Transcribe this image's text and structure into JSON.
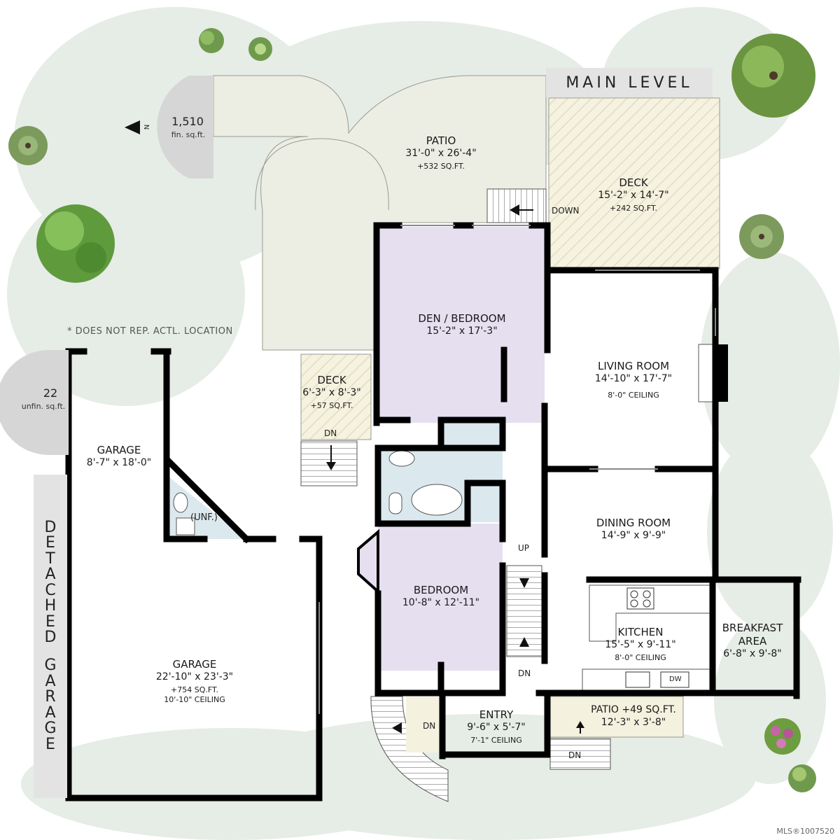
{
  "title": "MAIN LEVEL",
  "side_label": "DETACHED GARAGE",
  "badges": {
    "finished": {
      "value": "1,510",
      "unit": "fin. sq.ft.",
      "compass": "N"
    },
    "unfinished": {
      "value": "22",
      "unit": "unfin. sq.ft."
    }
  },
  "note": "* DOES NOT REP. ACTL. LOCATION",
  "watermark": "MLS®1007520",
  "rooms": {
    "patio_main": {
      "name": "PATIO",
      "dims": "31'-0\" x 26'-4\"",
      "sub": "+532 SQ.FT."
    },
    "deck_main": {
      "name": "DECK",
      "dims": "15'-2\" x 14'-7\"",
      "sub": "+242 SQ.FT."
    },
    "den": {
      "name": "DEN / BEDROOM",
      "dims": "15'-2\" x 17'-3\""
    },
    "living": {
      "name": "LIVING ROOM",
      "dims": "14'-10\" x 17'-7\"",
      "sub": "8'-0\" CEILING"
    },
    "deck_small": {
      "name": "DECK",
      "dims": "6'-3\" x 8'-3\"",
      "sub": "+57 SQ.FT."
    },
    "garage_small": {
      "name": "GARAGE",
      "dims": "8'-7\" x 18'-0\""
    },
    "unf": {
      "name": "(UNF.)"
    },
    "dining": {
      "name": "DINING ROOM",
      "dims": "14'-9\" x 9'-9\""
    },
    "bedroom": {
      "name": "BEDROOM",
      "dims": "10'-8\" x 12'-11\""
    },
    "kitchen": {
      "name": "KITCHEN",
      "dims": "15'-5\" x 9'-11\"",
      "sub": "8'-0\" CEILING"
    },
    "breakfast": {
      "name": "BREAKFAST",
      "name2": "AREA",
      "dims": "6'-8\" x 9'-8\""
    },
    "garage_big": {
      "name": "GARAGE",
      "dims": "22'-10\" x 23'-3\"",
      "sub": "+754 SQ.FT.",
      "sub2": "10'-10\" CEILING"
    },
    "entry": {
      "name": "ENTRY",
      "dims": "9'-6\" x 5'-7\"",
      "sub": "7'-1\" CEILING"
    },
    "patio_small": {
      "line1": "PATIO +49 SQ.FT.",
      "dims": "12'-3\" x 3'-8\""
    }
  },
  "stair_labels": {
    "down_deck": "DOWN",
    "dn_deck": "DN",
    "up": "UP",
    "dn_stair": "DN",
    "dn_entry": "DN",
    "dn_patio": "DN"
  },
  "appliance": {
    "dw": "DW"
  },
  "colors": {
    "wall": "#000000",
    "patio": "#eceee4",
    "deck": "#f4f1df",
    "den_bedroom": "#e6dff0",
    "bath": "#dbe9ef",
    "foliage": "#e6ece6",
    "label_bg": "#e3e3e3",
    "badge": "#d6d6d6"
  }
}
